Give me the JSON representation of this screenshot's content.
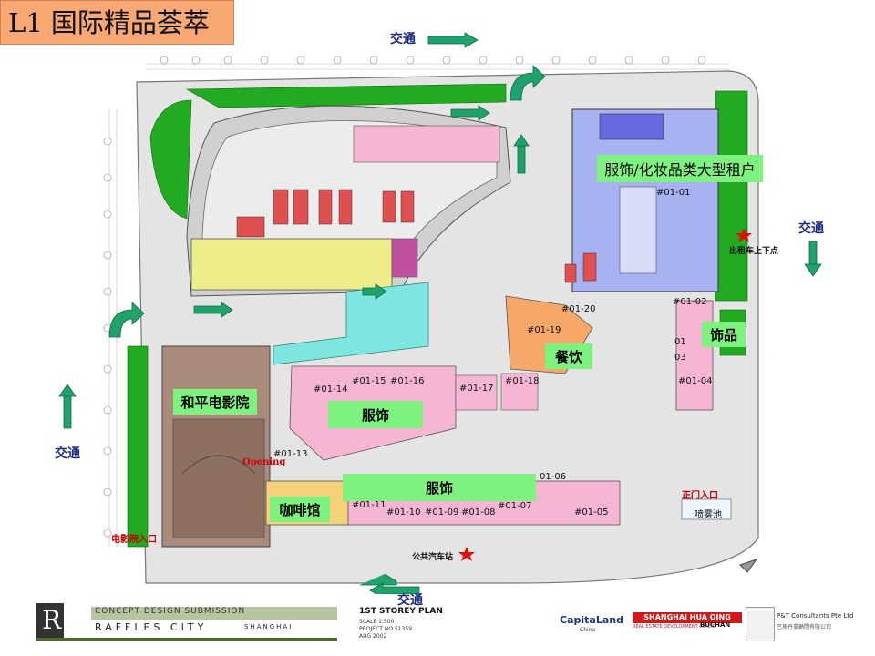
{
  "title": "L1 国际精品荟萃",
  "traffic_label": "交通",
  "zones": {
    "fashion_cosmetics_anchor": "服饰/化妆品类大型租户",
    "cinema": "和平电影院",
    "fashion_upper": "服饰",
    "fashion_lower": "服饰",
    "cafe": "咖啡馆",
    "dining": "餐饮",
    "accessories": "饰品"
  },
  "units": {
    "u0101": "#01-01",
    "u0102": "#01-02",
    "u0103a": "01",
    "u0103b": "03",
    "u0104": "#01-04",
    "u0105": "#01-05",
    "u0106": "01-06",
    "u0107": "#01-07",
    "u0108": "#01-08",
    "u0109": "#01-09",
    "u0110": "#01-10",
    "u0111": "#01-11",
    "u0113": "#01-13",
    "u0114": "#01-14",
    "u0115": "#01-15",
    "u0116": "#01-16",
    "u0117": "#01-17",
    "u0118": "#01-18",
    "u0119": "#01-19",
    "u0120": "#01-20"
  },
  "annotations": {
    "taxi": "出租车上下点",
    "main_entrance": "正门入口",
    "fountain": "喷雾池",
    "opening": "Opening",
    "cinema_entrance": "电影院入口",
    "bus_stop": "公共汽车站"
  },
  "footer": {
    "logo_letter": "R",
    "submission": "CONCEPT DESIGN SUBMISSION",
    "project": "RAFFLES CITY",
    "city": "SHANGHAI",
    "drawing": "1ST STOREY PLAN",
    "scale": "SCALE 1:500",
    "project_no": "PROJECT NO 51359",
    "date": "AUG 2002",
    "capitaland": "CapitaLand",
    "capitaland_sub": "China",
    "huaqing": "SHANGHAI HUA QING",
    "huaqing_sub": "REAL ESTATE DEVELOPMENT CO LTD",
    "buchan": "BUCHAN",
    "pt": "P&T Consultants Pte Ltd",
    "pt_cn": "巴馬丹拿顧問有限公司"
  },
  "colors": {
    "title_bg": "#f7a873",
    "label_bg": "#7ef27e",
    "fashion_pink": "#f4b6d2",
    "anchor_blue": "#a8b2f0",
    "cinema_brown": "#a98b7c",
    "cafe_orange": "#f5d27a",
    "yellow_block": "#eded8a",
    "cyan_atrium": "#7fe6df",
    "green_planting": "#22aa22",
    "red_star": "#e01010"
  }
}
